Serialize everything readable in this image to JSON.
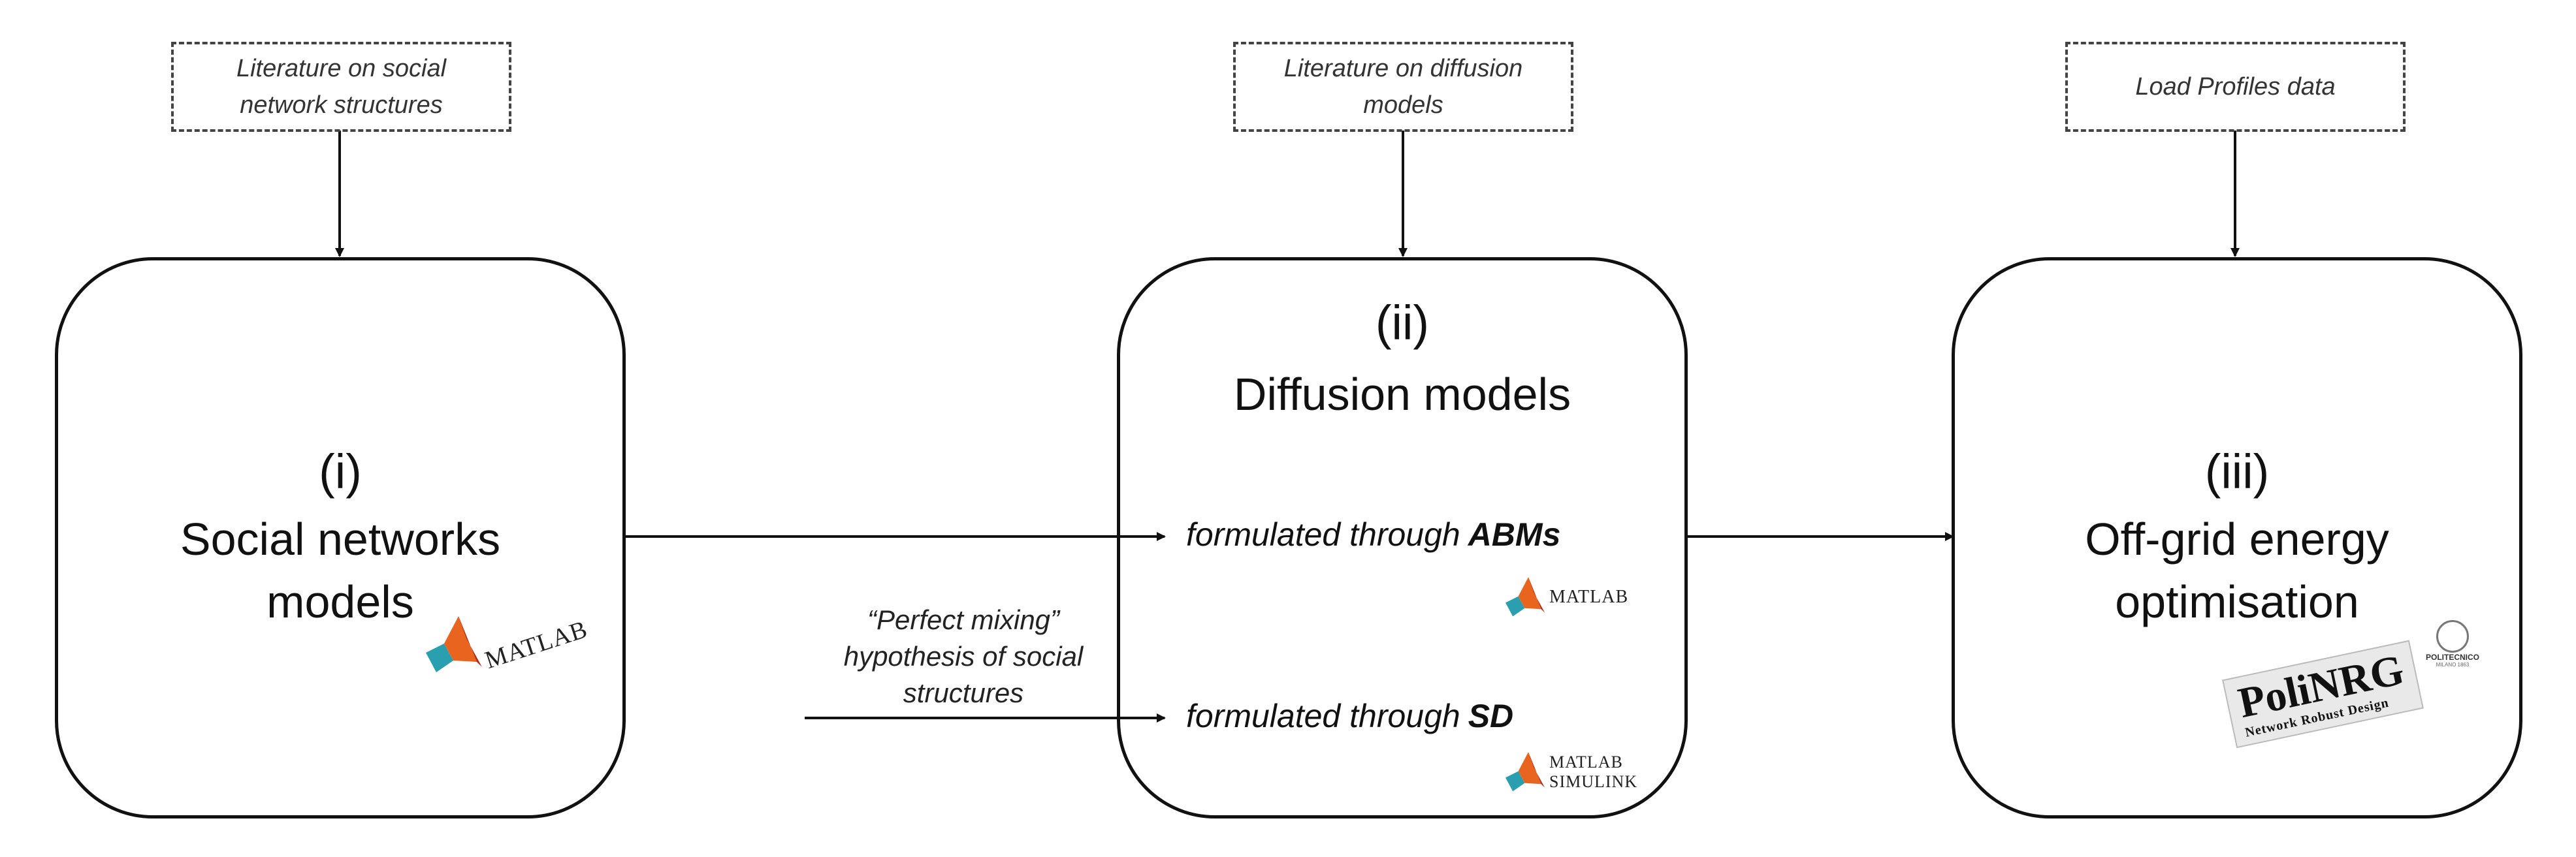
{
  "inputs": [
    {
      "text": "Literature on social network structures"
    },
    {
      "text": "Literature on diffusion models"
    },
    {
      "text": "Load Profiles data"
    }
  ],
  "modules": [
    {
      "number": "(i)",
      "title_line1": "Social networks",
      "title_line2": "models",
      "tool": "MATLAB"
    },
    {
      "number": "(ii)",
      "title": "Diffusion models",
      "abm_prefix": "formulated through",
      "abm_keyword": "ABMs",
      "abm_tool": "MATLAB",
      "sd_prefix": "formulated through",
      "sd_keyword": "SD",
      "sd_tool_line1": "MATLAB",
      "sd_tool_line2": "SIMULINK"
    },
    {
      "number": "(iii)",
      "title_line1": "Off-grid energy",
      "title_line2": "optimisation",
      "tool": "PoliNRG",
      "tool_subtitle": "Network Robust Design",
      "seal_name": "POLITECNICO",
      "seal_city": "MILANO 1863"
    }
  ],
  "side_note": "“Perfect mixing” hypothesis of social structures",
  "colors": {
    "stroke": "#111111",
    "dashed": "#444444",
    "matlab_orange": "#e8641f",
    "matlab_red": "#b02a12",
    "matlab_teal": "#2a9fb0"
  },
  "icons": [
    "matlab-logo-icon",
    "polinrg-logo-icon",
    "politecnico-seal-icon",
    "arrow-head-icon"
  ]
}
